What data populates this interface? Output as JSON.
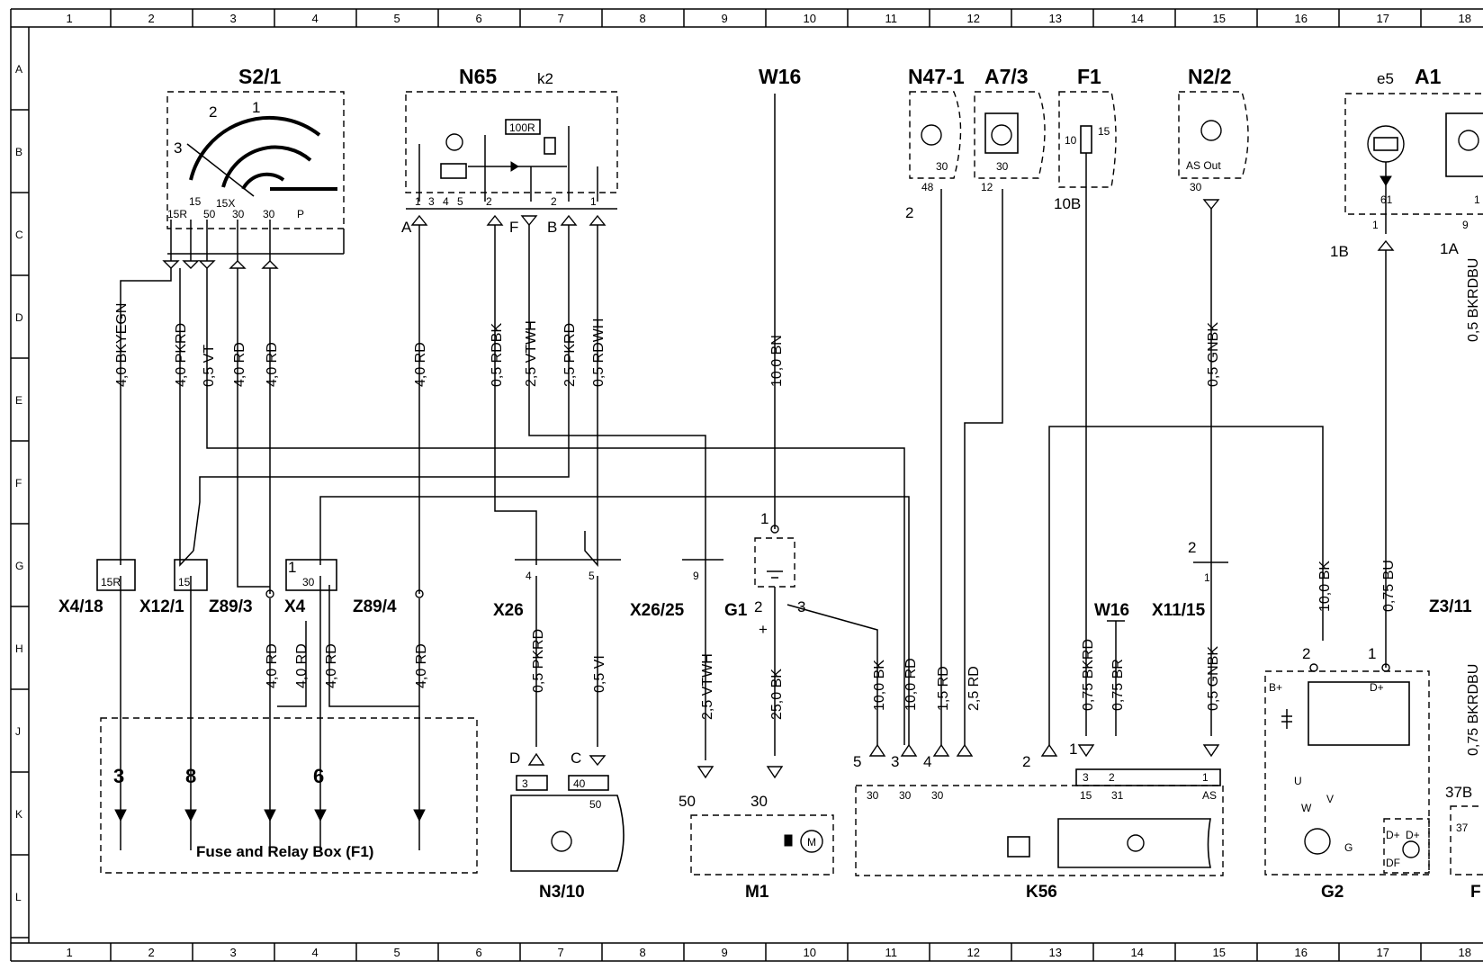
{
  "grid": {
    "columns": [
      "1",
      "2",
      "3",
      "4",
      "5",
      "6",
      "7",
      "8",
      "9",
      "10",
      "11",
      "12",
      "13",
      "14",
      "15",
      "16",
      "17",
      "18"
    ],
    "rows": [
      "A",
      "B",
      "C",
      "D",
      "E",
      "F",
      "G",
      "H",
      "J",
      "K",
      "L"
    ]
  },
  "components": {
    "s2_1": "S2/1",
    "n65": "N65",
    "n65_relay": "k2",
    "n65_resistor": "100R",
    "w16_top": "W16",
    "n47_1": "N47-1",
    "a7_3": "A7/3",
    "f1": "F1",
    "n2_2": "N2/2",
    "a1": "A1",
    "a1_lamp": "e5",
    "x4_18": "X4/18",
    "x12_1": "X12/1",
    "z89_3": "Z89/3",
    "x4": "X4",
    "z89_4": "Z89/4",
    "x26": "X26",
    "x26_25": "X26/25",
    "g1": "G1",
    "w16_ground": "W16",
    "x11_15": "X11/15",
    "z3_11": "Z3/11",
    "n3_10": "N3/10",
    "m1": "M1",
    "k56": "K56",
    "g2": "G2",
    "fuse_box": "Fuse and Relay Box (F1)",
    "partial_right": "F"
  },
  "ignition_pins": [
    "15R",
    "15",
    "50",
    "15X",
    "30",
    "30",
    "P"
  ],
  "n65_pins": [
    "1",
    "3",
    "4",
    "5",
    "2",
    "2",
    "1"
  ],
  "wires": [
    "4,0 BKYEGN",
    "4,0 PKRD",
    "0,5 VT",
    "4,0 RD",
    "4,0 RD",
    "4,0 RD",
    "0,5 RDBK",
    "2,5 VTWH",
    "2,5 PKRD",
    "0,5 RDWH",
    "10,0 BN",
    "0,5 GNBK",
    "10,0 BK",
    "0,75 BU",
    "0,5 PKRD",
    "0,5 VI",
    "2,5 VTWH",
    "25,0 BK",
    "10,0 BK",
    "10,0 RD",
    "1,5 RD",
    "2,5 RD",
    "0,75 BKRD",
    "0,75 BR",
    "0,5 GNBK",
    "4,0 RD",
    "4,0 RD",
    "4,0 RD",
    "4,0 RD",
    "0,5 BKRDBU",
    "0,75 BKRDBU"
  ],
  "connector_pins": {
    "n65_letters": [
      "A",
      "F",
      "B"
    ],
    "n47_pin": "48",
    "n47_loc": "2",
    "a73_pin": "12",
    "a73_inner": "30",
    "n47_inner": "30",
    "f1_pins": [
      "10",
      "15"
    ],
    "f1_loc": "10B",
    "n22_inner": "AS Out",
    "n22_pin": "30",
    "a1_pin_inner": "61",
    "a1_pin1": "1",
    "a1_loc_1b": "1B",
    "a1_pin9": "9",
    "a1_loc_1a": "1A",
    "a1_right_1": "1",
    "x4_18_pin": "15R",
    "x12_1_pin": "15",
    "x4_pin1": "1",
    "x4_pin30": "30",
    "x26_pin4": "4",
    "x26_pin5": "5",
    "x26_25_pin": "9",
    "g1_pin1": "1",
    "g1_pin2": "2",
    "g1_pin3": "3",
    "g1_plus": "+",
    "x11_15_num": "2",
    "x11_15_pin": "1",
    "g2_pin2": "2",
    "g2_pin1": "1",
    "fuse_pins": [
      "3",
      "8",
      "6"
    ],
    "n310_letters": [
      "D",
      "C"
    ],
    "n310_pins": [
      "3",
      "40",
      "50"
    ],
    "m1_pins": [
      "50",
      "30"
    ],
    "k56_nums": [
      "5",
      "3",
      "4",
      "2",
      "1"
    ],
    "k56_pins": [
      "30",
      "30",
      "30",
      "3",
      "15",
      "2",
      "31",
      "1",
      "AS"
    ],
    "g2_terms": [
      "B+",
      "D+",
      "U",
      "V",
      "W",
      "G",
      "D+",
      "D+",
      "DF"
    ],
    "z3_loc": "37B",
    "z3_pin": "37"
  }
}
